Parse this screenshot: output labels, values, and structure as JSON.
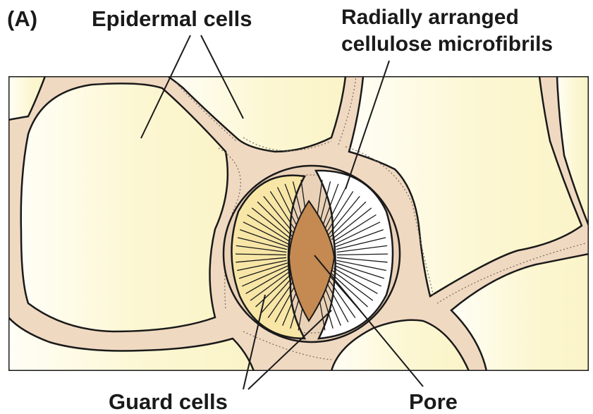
{
  "figure": {
    "panel_letter": "(A)",
    "labels": {
      "epidermal_cells": "Epidermal cells",
      "microfibrils_line1": "Radially arranged",
      "microfibrils_line2": "cellulose microfibrils",
      "guard_cells": "Guard cells",
      "pore": "Pore"
    }
  },
  "colors": {
    "cell_wall": "#f0d9c1",
    "epidermal_cell_light": "#fffdf0",
    "epidermal_cell_tint": "#fbf6cf",
    "guard_cell_fill": "#f7e6a6",
    "pore_fill": "#c48a52",
    "outline": "#1a1a1a"
  }
}
